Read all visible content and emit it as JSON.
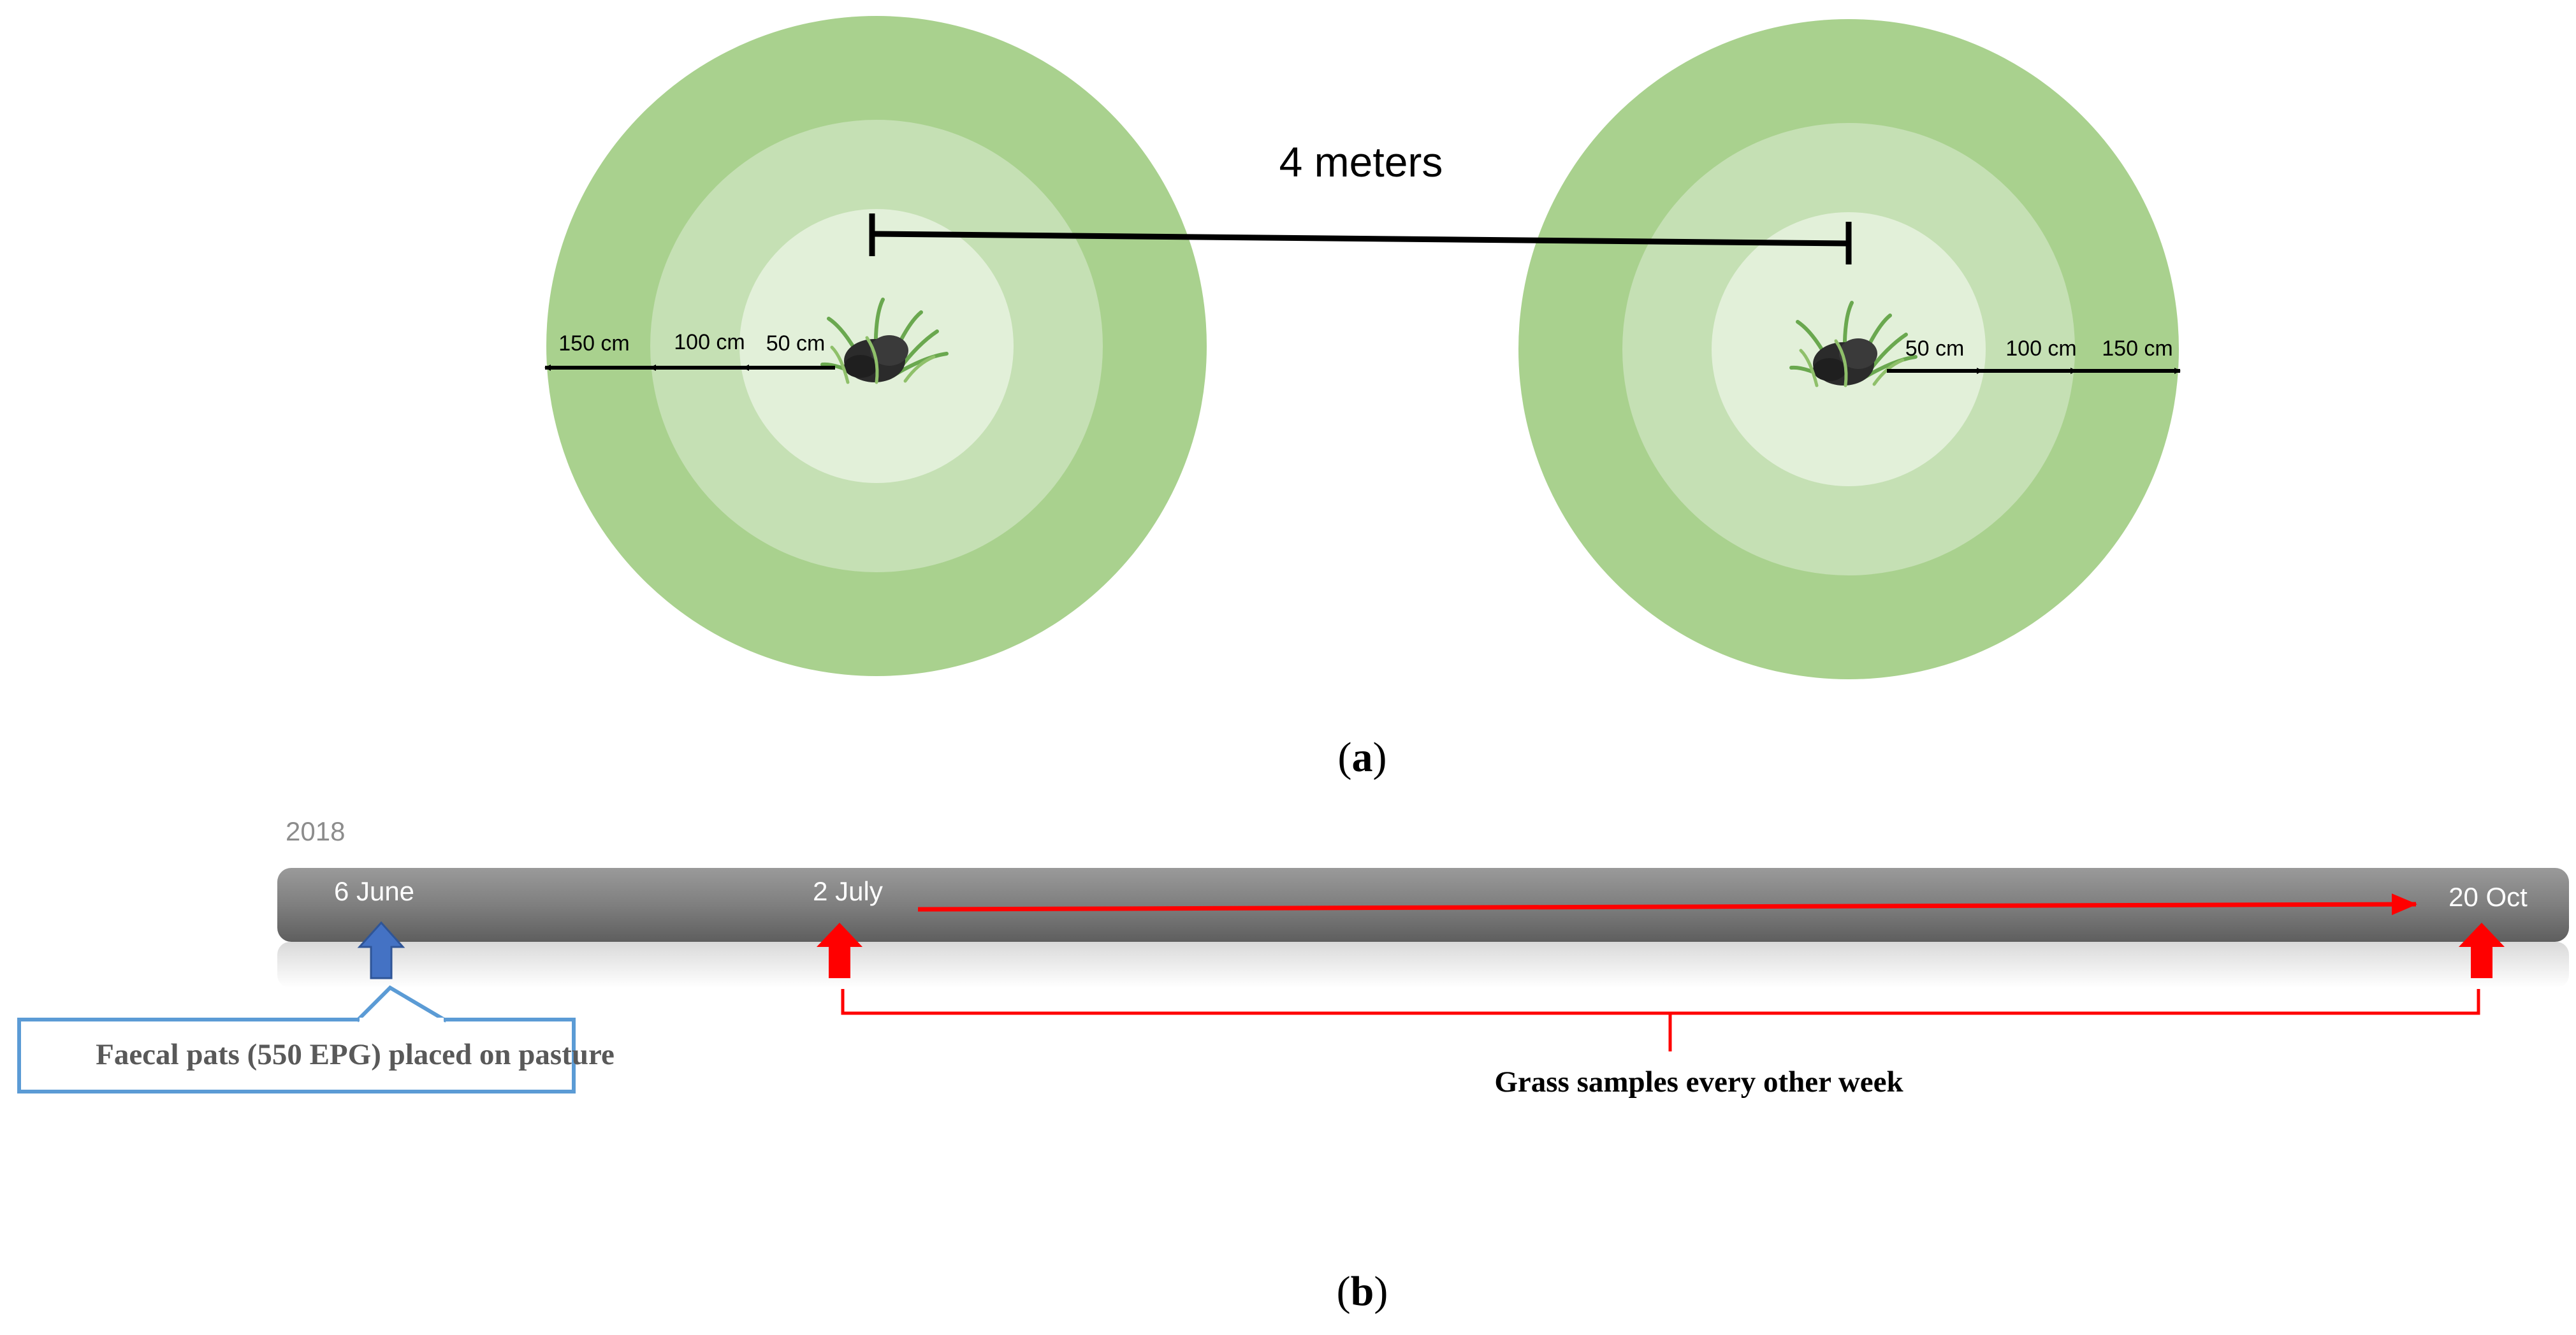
{
  "panel_a": {
    "distance_label": "4 meters",
    "left_ring_labels": [
      "150 cm",
      "100 cm",
      "50 cm"
    ],
    "right_ring_labels": [
      "50 cm",
      "100 cm",
      "150 cm"
    ],
    "caption_open": "(",
    "caption_letter": "a",
    "caption_close": ")",
    "colors": {
      "outer": "#a9d18e",
      "middle": "#c5e0b4",
      "inner": "#e2f0d9",
      "arrow": "#000000"
    }
  },
  "panel_b": {
    "year": "2018",
    "timeline": {
      "start_label": "6 June",
      "mid_label": "2 July",
      "end_label": "20 Oct",
      "bar_color": "#7f7f7f"
    },
    "callout_text": "Faecal pats (550 EPG) placed on pasture",
    "brace_label": "Grass samples every other week",
    "caption_open": "(",
    "caption_letter": "b",
    "caption_close": ")",
    "colors": {
      "start_marker": "#4472c4",
      "sample_marker": "#ff0000",
      "callout_border": "#5b9bd5",
      "callout_text": "#595959"
    }
  }
}
